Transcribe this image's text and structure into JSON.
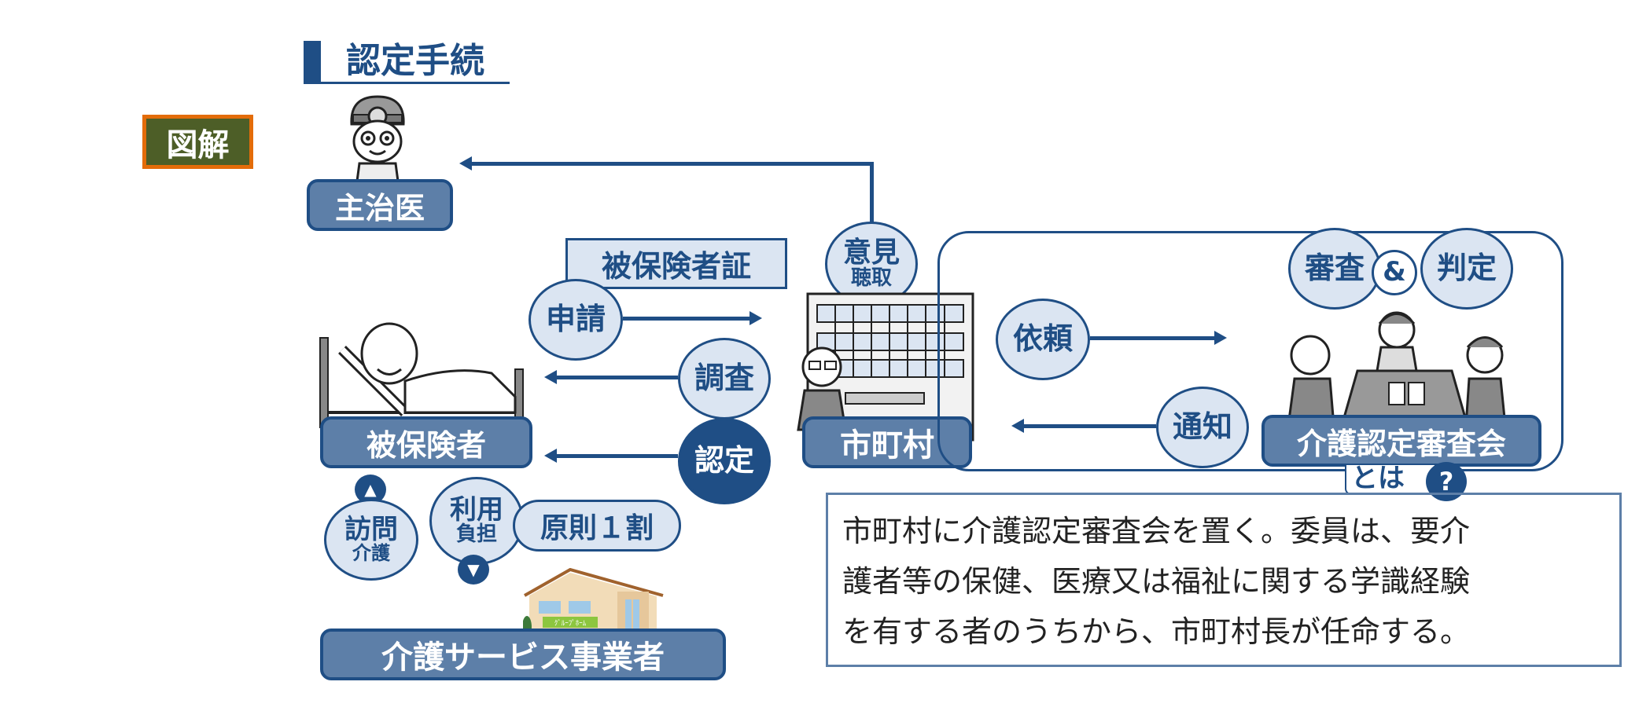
{
  "badge": {
    "label": "図解"
  },
  "title": {
    "text": "認定手続"
  },
  "actors": {
    "doctor": "主治医",
    "insured": "被保険者",
    "municipality": "市町村",
    "committee": "介護認定審査会",
    "provider": "介護サービス事業者"
  },
  "card_label": "被保険者証",
  "steps": {
    "apply": "申請",
    "survey": "調査",
    "certify": "認定",
    "opinion_main": "意見",
    "opinion_sub": "聴取",
    "request": "依頼",
    "notify": "通知",
    "review": "審査",
    "amp": "&",
    "judge": "判定",
    "visit_main": "訪問",
    "visit_sub": "介護",
    "cost_main": "利用",
    "cost_sub": "負担",
    "cost_rule": "原則１割"
  },
  "whatis": {
    "label": "とは",
    "icon": "?"
  },
  "explanation": {
    "lines": [
      "市町村に介護認定審査会を置く。委員は、要介",
      "護者等の保健、医療又は福祉に関する学識経験",
      "を有する者のうちから、市町村長が任命する。"
    ]
  },
  "building_sign": "ｸﾞﾙｰﾌﾟﾎｰﾑ",
  "colors": {
    "navy": "#1f4e85",
    "label_fill": "#5d7fa8",
    "bubble_fill": "#dbe5f2",
    "badge_fill": "#4d5e27",
    "badge_border": "#e36c09"
  }
}
